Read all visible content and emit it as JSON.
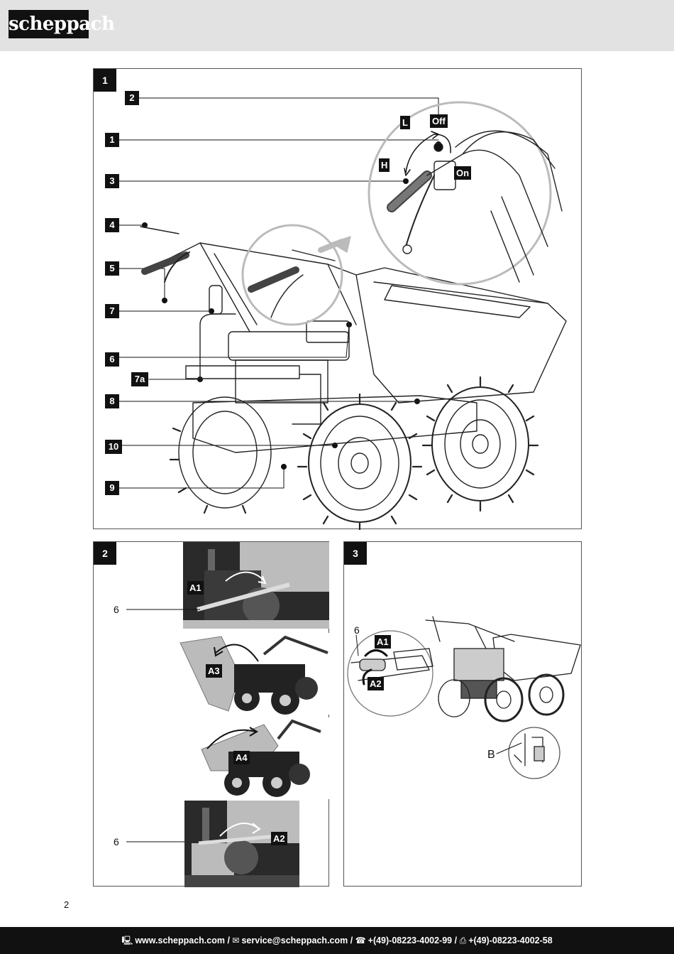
{
  "header": {
    "brand": "scheppach"
  },
  "page_number": "2",
  "figure1": {
    "number": "1",
    "callouts": [
      "2",
      "1",
      "3",
      "4",
      "5",
      "7",
      "6",
      "7a",
      "8",
      "10",
      "9"
    ],
    "detail_tags": {
      "low": "L",
      "high": "H",
      "off": "Off",
      "on": "On"
    }
  },
  "figure2": {
    "number": "2",
    "labels": {
      "part_top": "6",
      "part_bottom": "6"
    },
    "tags": {
      "a1": "A1",
      "a3": "A3",
      "a4": "A4",
      "a2": "A2"
    }
  },
  "figure3": {
    "number": "3",
    "labels": {
      "part": "6",
      "detail": "B"
    },
    "tags": {
      "a1": "A1",
      "a2": "A2"
    }
  },
  "footer": {
    "web": "www.scheppach.com",
    "email": "service@scheppach.com",
    "phone": "+(49)-08223-4002-99",
    "fax": "+(49)-08223-4002-58",
    "icons": [
      "monitor-icon",
      "mail-icon",
      "phone-icon",
      "fax-icon"
    ]
  }
}
